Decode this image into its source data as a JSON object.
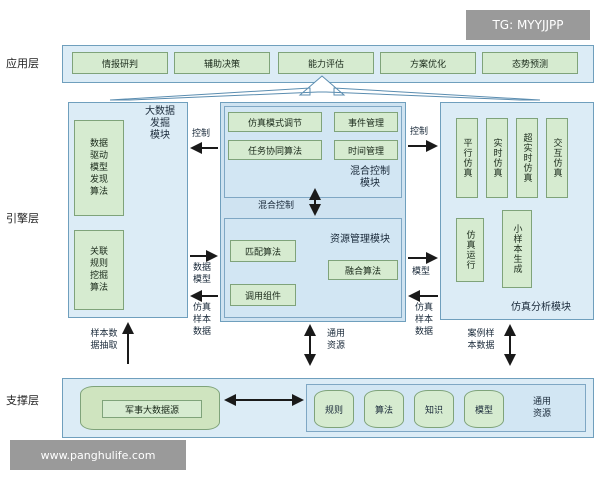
{
  "watermarks": {
    "top": "TG: MYYJJPP",
    "bottom": "www.panghulife.com"
  },
  "layers": {
    "app": "应用层",
    "engine": "引擎层",
    "support": "支撑层"
  },
  "app_items": [
    "情报研判",
    "辅助决策",
    "能力评估",
    "方案优化",
    "态势预测"
  ],
  "bigdata": {
    "title": "大数据\n发掘\n模块",
    "box1": "数据\n驱动\n模型\n发现\n算法",
    "box2": "关联\n规则\n挖掘\n算法"
  },
  "hybrid": {
    "title": "混合控制\n模块",
    "items": [
      "仿真模式调节",
      "事件管理",
      "任务协同算法",
      "时间管理"
    ]
  },
  "resource": {
    "title": "资源管理模块",
    "items": [
      "匹配算法",
      "融合算法",
      "调用组件"
    ]
  },
  "sim": {
    "title": "仿真分析模块",
    "top_items": [
      "平行仿真",
      "实时仿真",
      "超实时仿真",
      "交互仿真"
    ],
    "bottom_items": [
      "仿真运行",
      "小样本生成"
    ]
  },
  "arrows": {
    "control_left": "控制",
    "control_right": "控制",
    "hybrid_control": "混合控制",
    "data_model": "数据\n模型",
    "sim_sample_left": "仿真\n样本\n数据",
    "model": "模型",
    "sim_sample_right": "仿真\n样本\n数据",
    "sample_extract": "样本数\n据抽取",
    "common_resource_mid": "通用\n资源",
    "case_sample": "案例样\n本数据"
  },
  "support": {
    "military_db": "军事大数据源",
    "items": [
      "规则",
      "算法",
      "知识",
      "模型"
    ],
    "common_resource": "通用\n资源"
  }
}
